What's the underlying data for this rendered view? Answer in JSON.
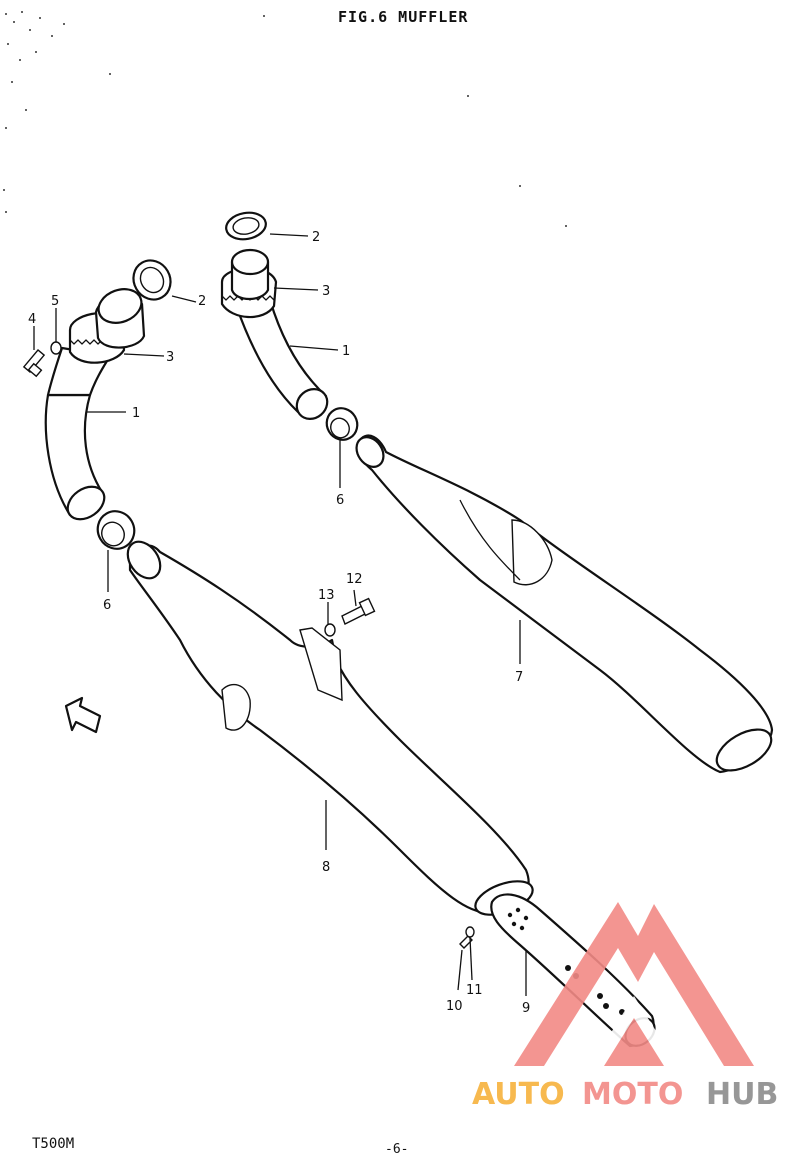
{
  "header": {
    "title": "FIG.6 MUFFLER"
  },
  "footer": {
    "model": "T500M",
    "page": "-6-"
  },
  "callouts": {
    "p1a": "1",
    "p1b": "1",
    "p2a": "2",
    "p2b": "2",
    "p3a": "3",
    "p3b": "3",
    "p4": "4",
    "p5": "5",
    "p6a": "6",
    "p6b": "6",
    "p7": "7",
    "p8": "8",
    "p9": "9",
    "p10": "10",
    "p11": "11",
    "p12": "12",
    "p13": "13"
  },
  "watermark": {
    "text_a": "AUTO",
    "text_b": "MOTO",
    "text_c": "HUB"
  },
  "colors": {
    "ink": "#111111",
    "watermark_orange": "#f7b23c",
    "watermark_red": "#f28a86",
    "watermark_gray": "#8c8c8c"
  }
}
